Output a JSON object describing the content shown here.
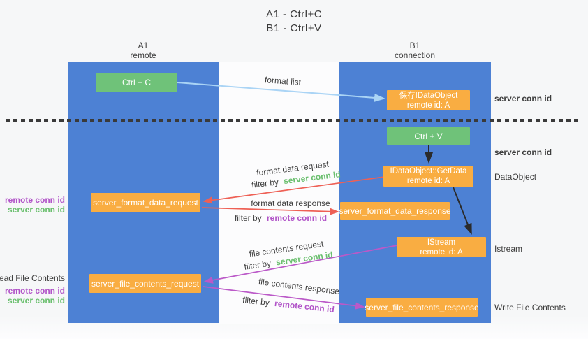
{
  "title": {
    "line1": "A1 - Ctrl+C",
    "line2": "B1 - Ctrl+V"
  },
  "lanes": {
    "left": {
      "name": "A1",
      "subtitle": "remote"
    },
    "right": {
      "name": "B1",
      "subtitle": "connection"
    }
  },
  "nodes": {
    "ctrl_c": "Ctrl + C",
    "ctrl_v": "Ctrl + V",
    "save_dataobject": {
      "line1": "保存IDataObject",
      "line2": "remote id: A"
    },
    "getdata": {
      "line1": "IDataObject::GetData",
      "line2": "remote id: A"
    },
    "istream": {
      "line1": "IStream",
      "line2": "remote id: A"
    },
    "format_request": "server_format_data_request",
    "format_response": "server_format_data_response",
    "file_request": "server_file_contents_request",
    "file_response": "server_file_contents_response"
  },
  "flow_labels": {
    "format_list": "format list",
    "format_data_request": "format data request",
    "format_data_response": "format data response",
    "file_contents_request": "file contents request",
    "file_contents_response": "file contents response",
    "filter_by": "filter by",
    "server_conn_id": "server conn id",
    "remote_conn_id": "remote conn id"
  },
  "side_labels": {
    "left_top": {
      "remote_conn_id": "remote conn id",
      "server_conn_id": "server conn id"
    },
    "left_bottom": {
      "title": "Read File Contents",
      "remote_conn_id": "remote conn id",
      "server_conn_id": "server conn id"
    },
    "right": {
      "server_conn_id_top": "server conn id",
      "server_conn_id_mid": "server conn id",
      "dataobject": "DataObject",
      "istream": "Istream",
      "write_file_contents": "Write File Contents"
    }
  },
  "colors": {
    "lane_blue": "#4d81d4",
    "node_green": "#6fc279",
    "node_orange": "#f9ad42",
    "arrow_light_blue": "#aad4f5",
    "arrow_red": "#ee6055",
    "arrow_purple": "#bb59c8",
    "arrow_black": "#2b2b2b",
    "text_green": "#6abf6e",
    "text_purple": "#b154c8"
  }
}
